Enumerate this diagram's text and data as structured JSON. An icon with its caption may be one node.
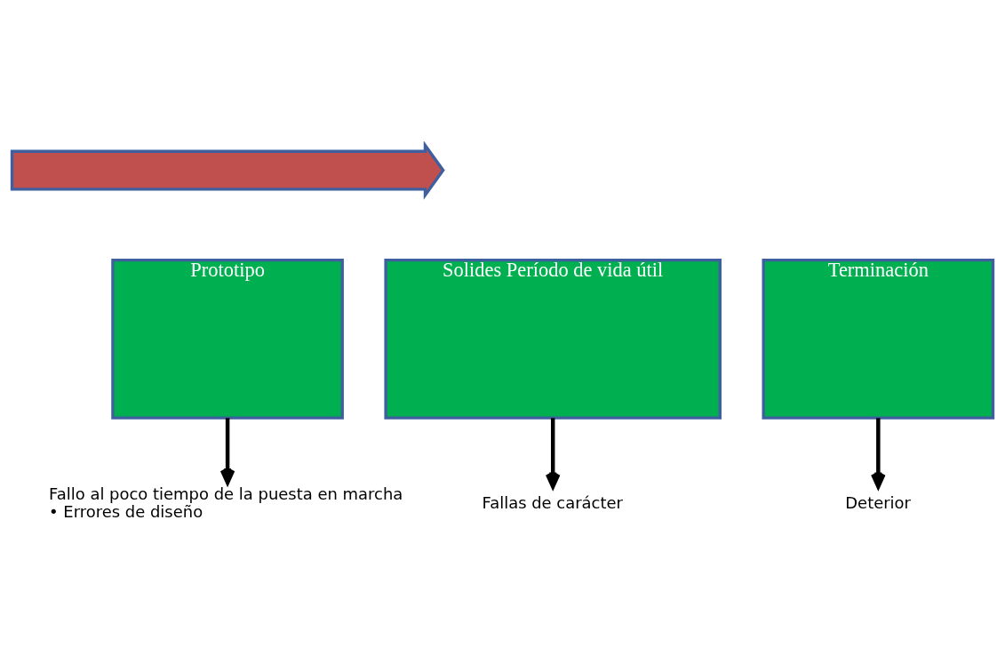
{
  "diagram": {
    "nodes": [
      {
        "text": [],
        "shape": "arrow"
      },
      {
        "text": [
          "Prototipo"
        ]
      },
      {
        "text": [
          "Solides Período de vida útil"
        ]
      },
      {
        "text": [
          "Terminación"
        ]
      },
      {
        "text": [
          "Fallo al poco tiempo de la puesta en marcha",
          "• Errores de diseño"
        ]
      },
      {
        "text": [
          "Fallas de carácter"
        ]
      },
      {
        "text": [
          "Deterior"
        ]
      }
    ],
    "edges": [
      {
        "from": 1,
        "to": 4,
        "arrow": "to"
      },
      {
        "from": 2,
        "to": 5,
        "arrow": "to"
      },
      {
        "from": 3,
        "to": 6,
        "arrow": "to"
      }
    ]
  }
}
